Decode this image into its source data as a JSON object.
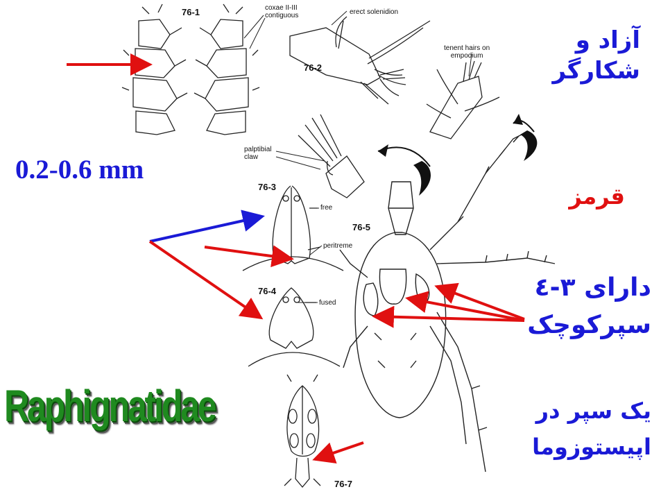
{
  "slide": {
    "background": "#ffffff",
    "accent_blue": "#1a1ad6",
    "accent_red": "#e01010",
    "accent_green": "#1f8a1f"
  },
  "figure_labels": {
    "fig_76_1": "76-1",
    "fig_76_2": "76-2",
    "fig_76_3": "76-3",
    "fig_76_4": "76-4",
    "fig_76_5": "76-5",
    "fig_76_7": "76-7"
  },
  "annotations": {
    "coxae_line1": "coxae II-III",
    "coxae_line2": "contiguous",
    "erect_solenidion": "erect solenidion",
    "tenent_line1": "tenent hairs on",
    "tenent_line2": "empodium",
    "palp_line1": "palptibial",
    "palp_line2": "claw",
    "free": "free",
    "peritreme": "peritreme",
    "fused": "fused"
  },
  "size_text": "0.2-0.6 mm",
  "family_name": "Raphignatidae",
  "persian": {
    "free_line1": "آزاد و",
    "free_line2": "شکارگر",
    "red_word": "قرمز",
    "plates_line1": "دارای ٣-٤",
    "plates_line2": "سپرکوچک",
    "epi_line1": "یک سپر در",
    "epi_line2": "اپیستوزوما"
  }
}
